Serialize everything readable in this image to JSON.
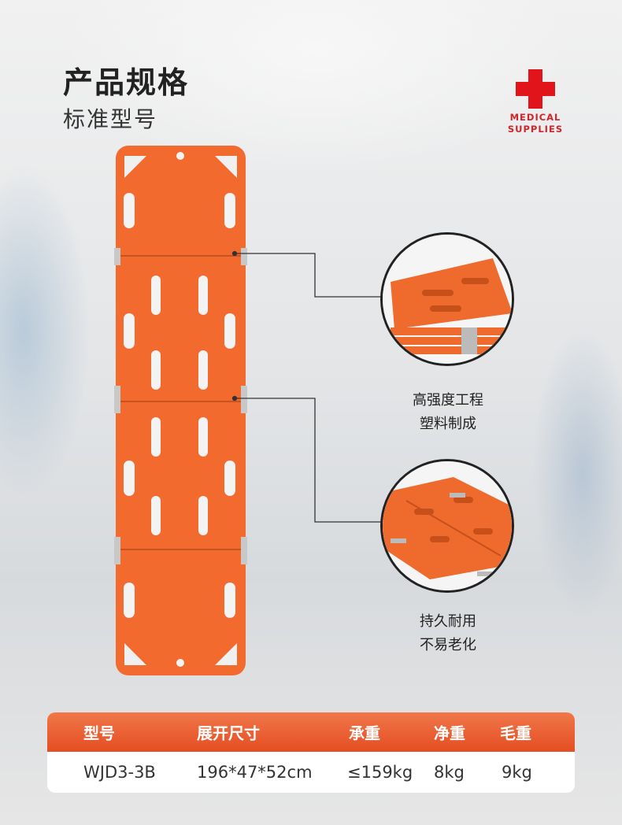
{
  "header": {
    "title": "产品规格",
    "subtitle": "标准型号"
  },
  "logo": {
    "line1": "MEDICAL",
    "line2": "SUPPLIES",
    "color": "#e1141c"
  },
  "features": [
    {
      "caption_line1": "高强度工程",
      "caption_line2": "塑料制成"
    },
    {
      "caption_line1": "持久耐用",
      "caption_line2": "不易老化"
    }
  ],
  "spec_table": {
    "headers": [
      "型号",
      "展开尺寸",
      "承重",
      "净重",
      "毛重"
    ],
    "row": [
      "WJD3-3B",
      "196*47*52cm",
      "≤159kg",
      "8kg",
      "9kg"
    ]
  },
  "colors": {
    "product": "#f26a2e",
    "header": "#e8582a"
  }
}
